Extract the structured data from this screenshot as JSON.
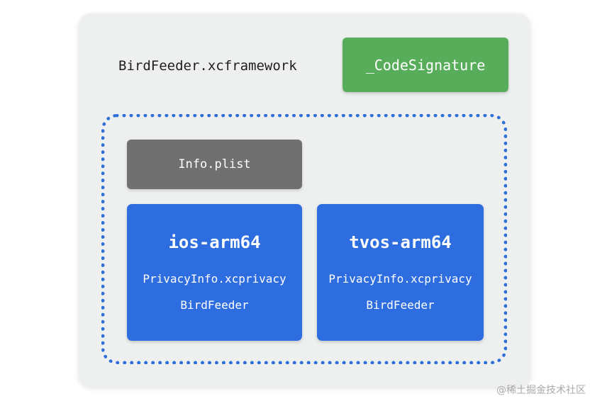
{
  "framework": {
    "title": "BirdFeeder.xcframework",
    "code_signature": "_CodeSignature"
  },
  "contents": {
    "info_plist": "Info.plist",
    "architectures": [
      {
        "name": "ios-arm64",
        "files": [
          "PrivacyInfo.xcprivacy",
          "BirdFeeder"
        ]
      },
      {
        "name": "tvos-arm64",
        "files": [
          "PrivacyInfo.xcprivacy",
          "BirdFeeder"
        ]
      }
    ]
  },
  "watermark": "@稀土掘金技术社区",
  "colors": {
    "card_background": "#eef0f0",
    "code_signature": "#58ad5b",
    "info_plist": "#707070",
    "architecture": "#2e6de0",
    "dotted_border": "#2f6fd8"
  }
}
